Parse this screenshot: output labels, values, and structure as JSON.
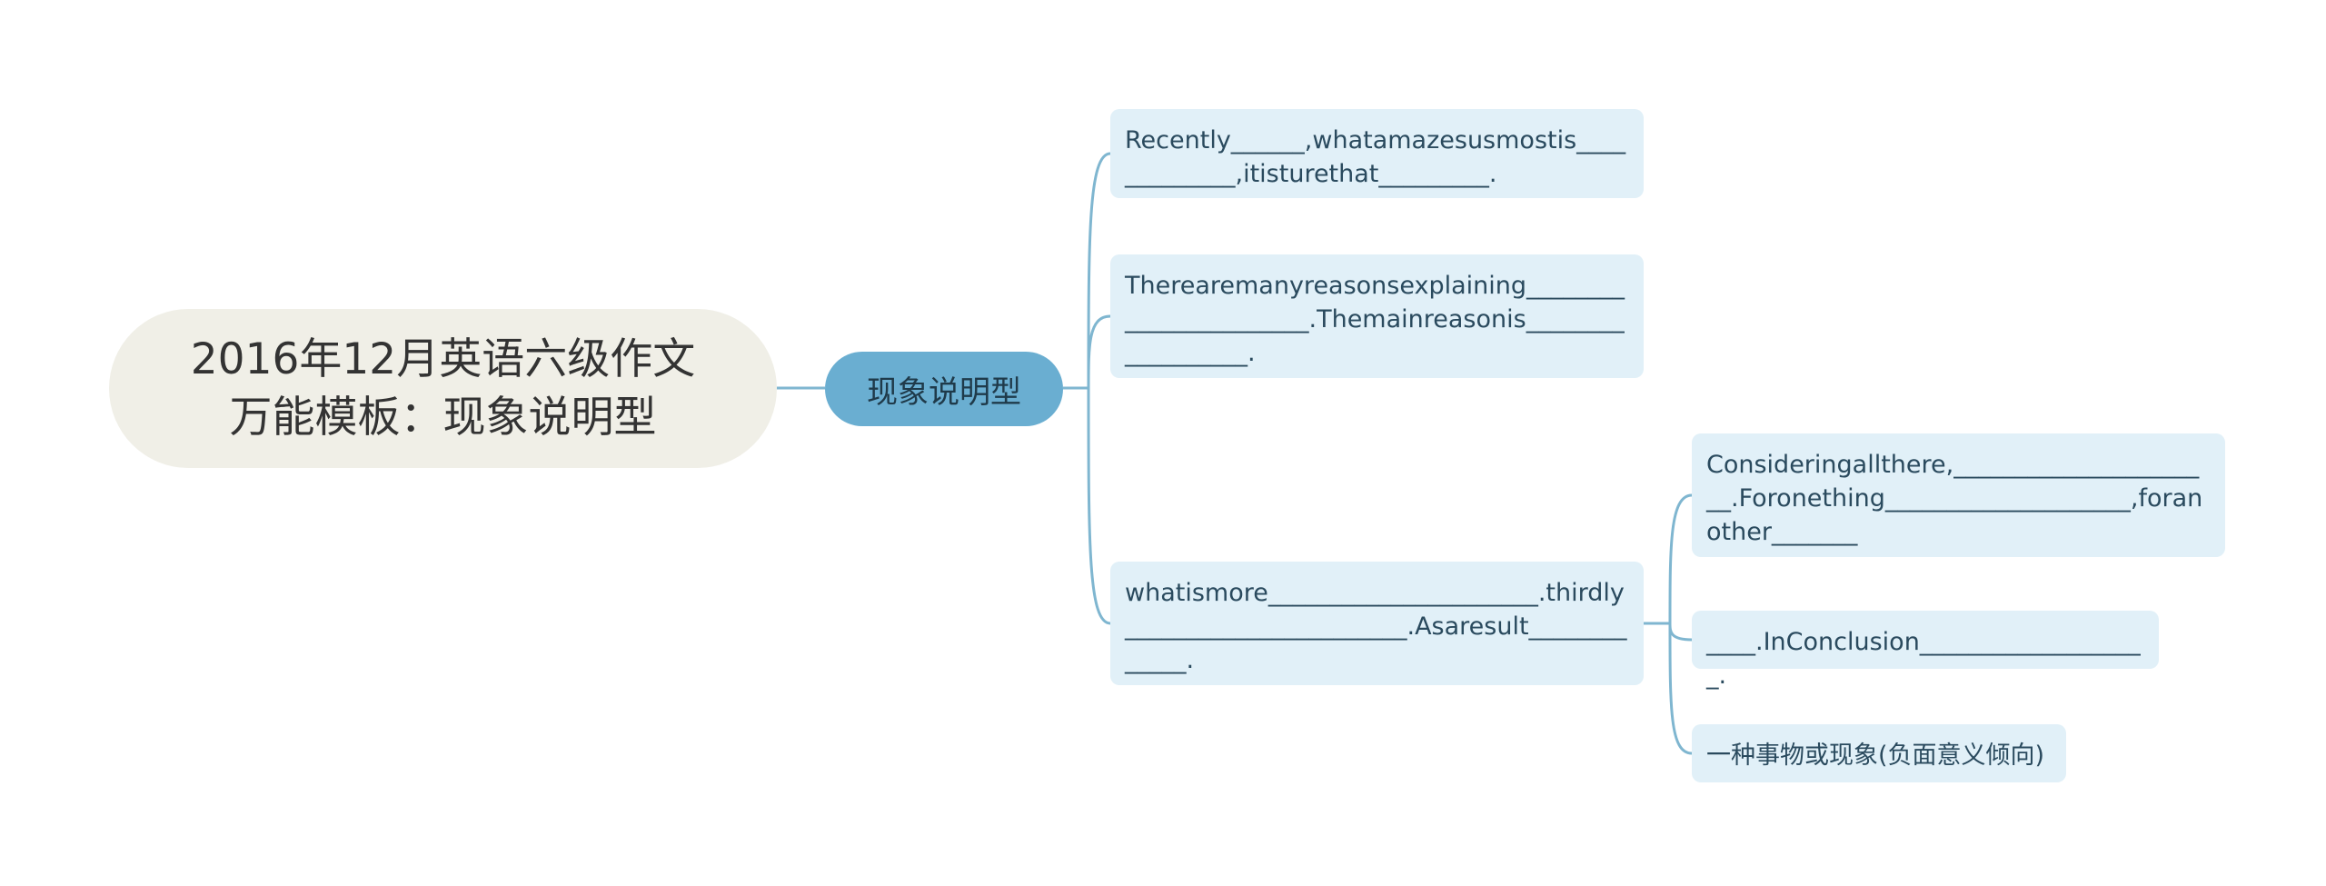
{
  "diagram": {
    "root": "2016年12月英语六级作文万能模板：现象说明型",
    "center": "现象说明型",
    "branches": [
      "Recently______,whatamazesusmostis_____________,itisturethat_________.",
      "Therearemanyreasonsexplaining_______________________.Themainreasonis__________________.",
      "whatismore______________________.thirdly_______________________.Asaresult_____________."
    ],
    "sub_branches": [
      "Consideringallthere,______________________.Foronething____________________,foranother_______",
      "____.InConclusion___________________.",
      "一种事物或现象(负面意义倾向)"
    ]
  },
  "colors": {
    "root_fill": "#f0efe7",
    "center_fill": "#6aaed1",
    "leaf_fill": "#e1f0f8",
    "connector": "#7fb6d0",
    "text_dark": "#333333",
    "leaf_text": "#2a4a5e"
  }
}
